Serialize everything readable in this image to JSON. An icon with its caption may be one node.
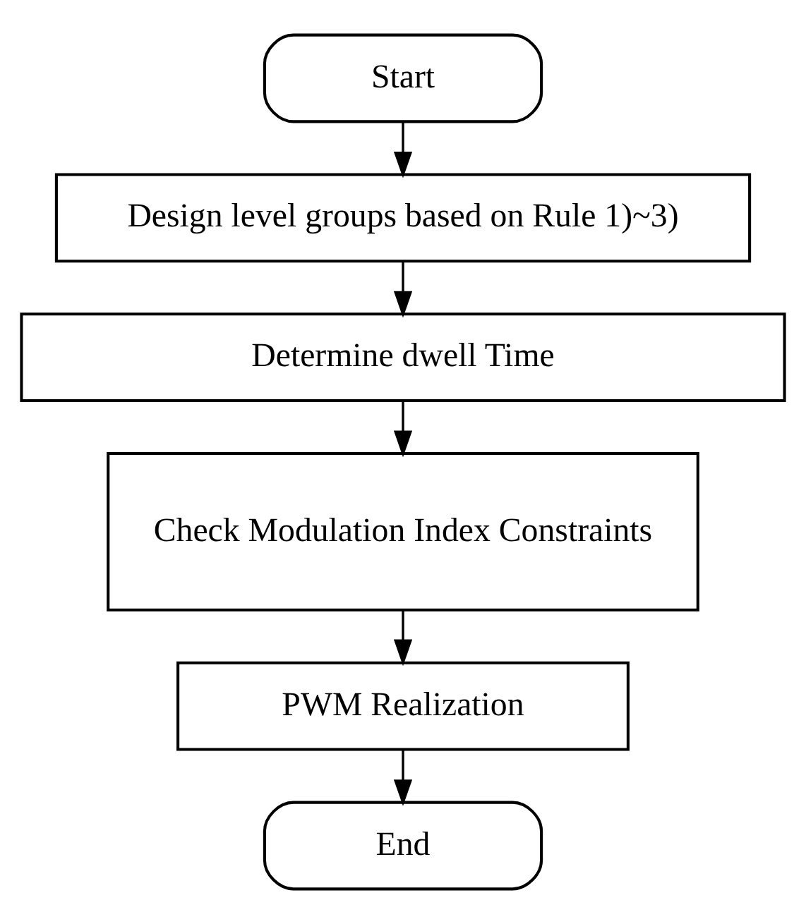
{
  "diagram": {
    "nodes": [
      {
        "text": [
          "Start"
        ]
      },
      {
        "text": [
          "Design level groups based on Rule 1)~3)"
        ]
      },
      {
        "text": [
          "Determine dwell Time"
        ]
      },
      {
        "text": [
          "Check Modulation Index Constraints"
        ]
      },
      {
        "text": [
          "PWM Realization"
        ]
      },
      {
        "text": [
          "End"
        ]
      }
    ],
    "edges": [
      {
        "from": 0,
        "to": 1,
        "arrow": "to"
      },
      {
        "from": 1,
        "to": 2,
        "arrow": "to"
      },
      {
        "from": 2,
        "to": 3,
        "arrow": "to"
      },
      {
        "from": 3,
        "to": 4,
        "arrow": "to"
      },
      {
        "from": 4,
        "to": 5,
        "arrow": "to"
      }
    ]
  }
}
